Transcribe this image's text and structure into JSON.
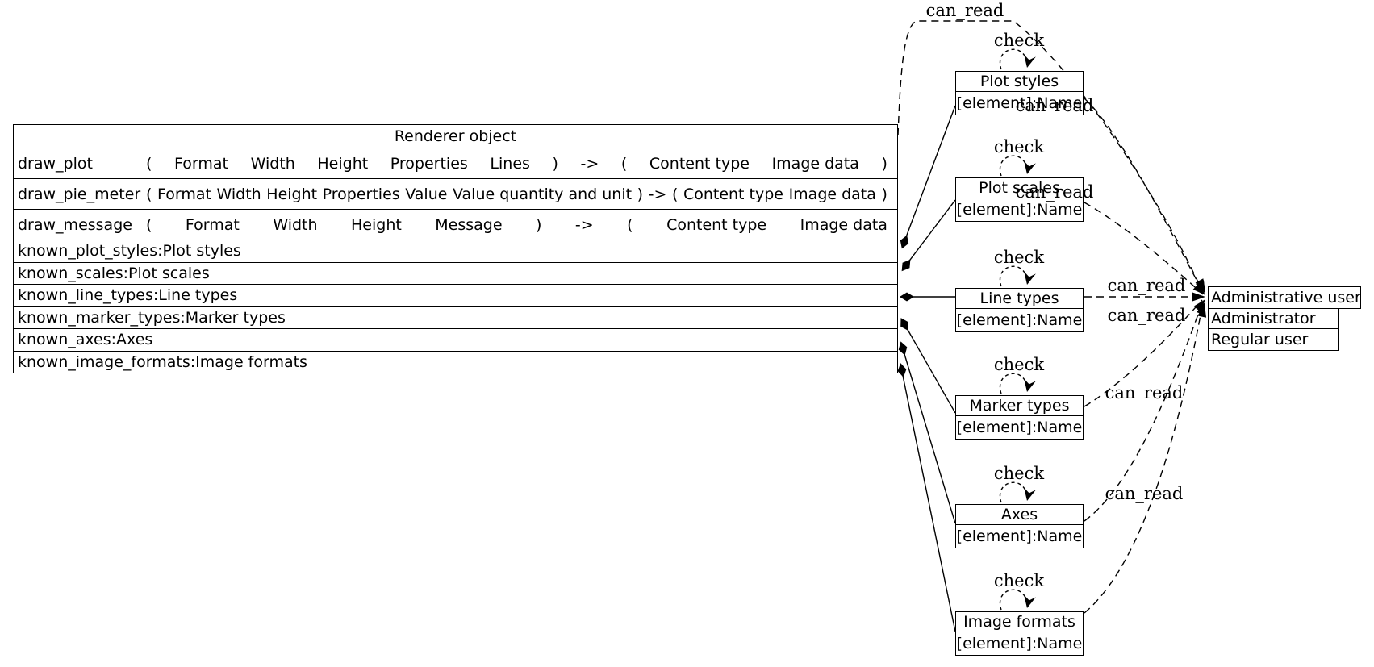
{
  "edge_labels": {
    "can_read": "can_read",
    "check": "check"
  },
  "renderer": {
    "title": "Renderer object",
    "methods": [
      {
        "name": "draw_plot",
        "params": [
          "(",
          "Format",
          "Width",
          "Height",
          "Properties",
          "Lines",
          ")",
          "->",
          "(",
          "Content type",
          "Image data",
          ")"
        ]
      },
      {
        "name": "draw_pie_meter",
        "params": [
          "(",
          "Format",
          "Width",
          "Height",
          "Properties",
          "Value",
          "Value quantity and unit",
          ")",
          "->",
          "(",
          "Content type",
          "Image data",
          ")"
        ]
      },
      {
        "name": "draw_message",
        "params": [
          "(",
          "Format",
          "Width",
          "Height",
          "Message",
          ")",
          "->",
          "(",
          "Content type",
          "Image data",
          ")"
        ]
      }
    ],
    "attributes": [
      "known_plot_styles:Plot styles",
      "known_scales:Plot scales",
      "known_line_types:Line types",
      "known_marker_types:Marker types",
      "known_axes:Axes",
      "known_image_formats:Image formats"
    ]
  },
  "elements": [
    {
      "title": "Plot styles",
      "field": "[element]:Name"
    },
    {
      "title": "Plot scales",
      "field": "[element]:Name"
    },
    {
      "title": "Line types",
      "field": "[element]:Name"
    },
    {
      "title": "Marker types",
      "field": "[element]:Name"
    },
    {
      "title": "Axes",
      "field": "[element]:Name"
    },
    {
      "title": "Image formats",
      "field": "[element]:Name"
    }
  ],
  "users": {
    "title": "Administrative user",
    "types": [
      "Administrator",
      "Regular user"
    ]
  }
}
